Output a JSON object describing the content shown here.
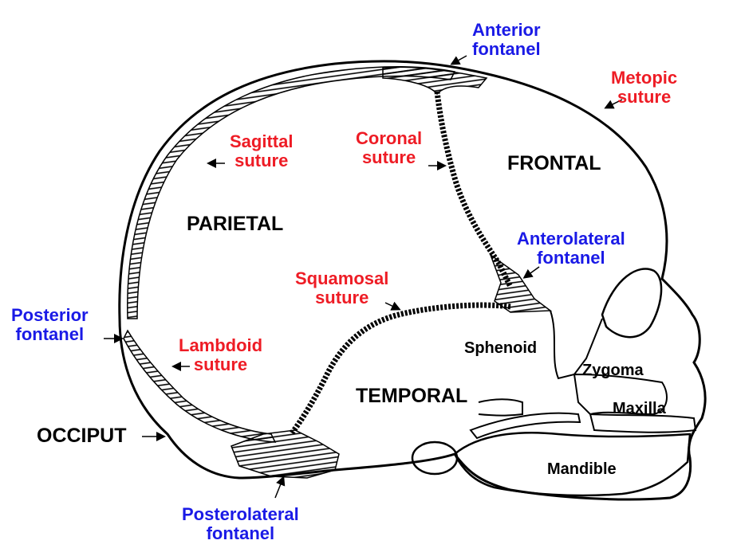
{
  "diagram": {
    "sutures": {
      "sagittal": [
        "Sagittal",
        "suture"
      ],
      "coronal": [
        "Coronal",
        "suture"
      ],
      "metopic": [
        "Metopic",
        "suture"
      ],
      "squamosal": [
        "Squamosal",
        "suture"
      ],
      "lambdoid": [
        "Lambdoid",
        "suture"
      ]
    },
    "fontanels": {
      "anterior": [
        "Anterior",
        "fontanel"
      ],
      "anterolateral": [
        "Anterolateral",
        "fontanel"
      ],
      "posterior": [
        "Posterior",
        "fontanel"
      ],
      "posterolateral": [
        "Posterolateral",
        "fontanel"
      ]
    },
    "bones": {
      "frontal": "FRONTAL",
      "parietal": "PARIETAL",
      "temporal": "TEMPORAL",
      "occiput": "OCCIPUT",
      "sphenoid": "Sphenoid",
      "zygoma": "Zygoma",
      "maxilla": "Maxilla",
      "mandible": "Mandible"
    },
    "colors": {
      "suture_label": "#ee1c25",
      "fontanel_label": "#1a1ae6",
      "bone_label": "#000000",
      "line": "#000000"
    }
  }
}
